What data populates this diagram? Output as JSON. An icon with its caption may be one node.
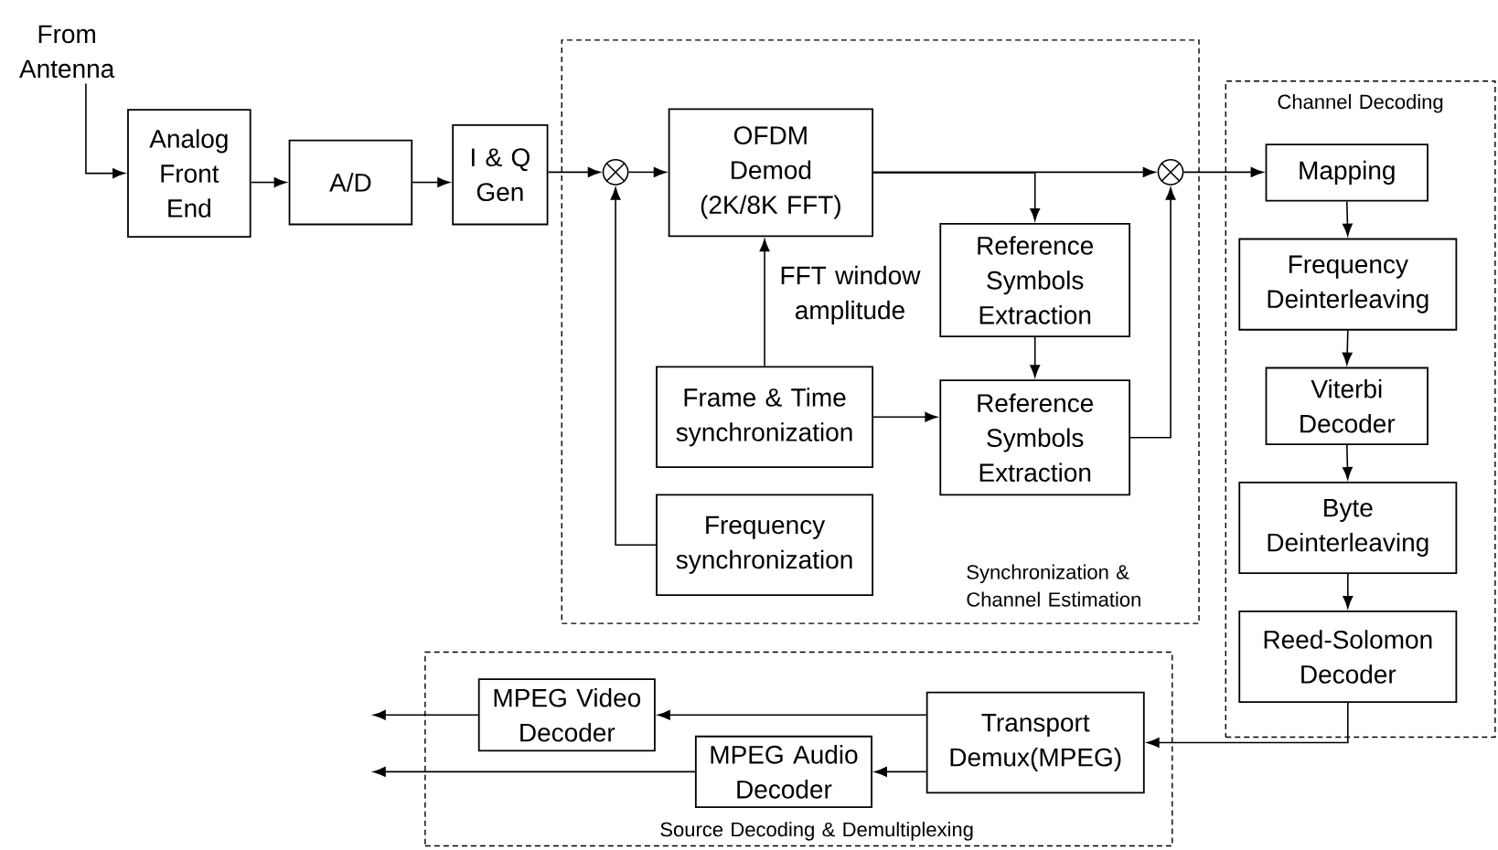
{
  "diagram": {
    "nodes": [
      {
        "text": [
          "From Antenna"
        ]
      },
      {
        "text": [
          "Analog Front End"
        ]
      },
      {
        "text": [
          "A/D"
        ]
      },
      {
        "text": [
          "I & Q Gen"
        ]
      },
      {
        "text": [
          "Synchronization & Channel Estimation"
        ]
      },
      {
        "text": [],
        "shape": "circle",
        "in": 4
      },
      {
        "text": [
          "OFDM Demod (2K/8K FFT)"
        ],
        "in": 4
      },
      {
        "text": [
          "Reference Symbols Extraction"
        ],
        "in": 4
      },
      {
        "text": [
          "Frame & Time synchronization"
        ],
        "in": 4
      },
      {
        "text": [
          "Reference Symbols Extraction"
        ],
        "in": 4
      },
      {
        "text": [
          "Frequency synchronization"
        ],
        "in": 4
      },
      {
        "text": [],
        "shape": "circle",
        "in": 4
      },
      {
        "text": [
          "Channel Decoding"
        ]
      },
      {
        "text": [
          "Mapping"
        ],
        "in": 12
      },
      {
        "text": [
          "Frequency Deinterleaving"
        ],
        "in": 12
      },
      {
        "text": [
          "Viterbi Decoder"
        ],
        "in": 12
      },
      {
        "text": [
          "Byte Deinterleaving"
        ],
        "in": 12
      },
      {
        "text": [
          "Reed-Solomon Decoder"
        ],
        "in": 12
      },
      {
        "text": [
          "Source Decoding & Demultiplexing"
        ]
      },
      {
        "text": [
          "MPEG Video Decoder"
        ],
        "in": 18
      },
      {
        "text": [
          "MPEG Audio Decoder"
        ],
        "in": 18
      },
      {
        "text": [
          "Transport Demux(MPEG)"
        ],
        "in": 18
      }
    ],
    "edges": [
      {
        "from": 0,
        "to": 1,
        "arrow": "to"
      },
      {
        "from": 1,
        "to": 2,
        "arrow": "to"
      },
      {
        "from": 2,
        "to": 3,
        "arrow": "to"
      },
      {
        "from": 3,
        "to": 5,
        "arrow": "to"
      },
      {
        "from": 5,
        "to": 6,
        "arrow": "to"
      },
      {
        "from": 6,
        "to": 11,
        "arrow": "to"
      },
      {
        "from": 6,
        "to": 7,
        "arrow": "to"
      },
      {
        "from": 7,
        "to": 9,
        "arrow": "to"
      },
      {
        "from": 8,
        "to": 9,
        "arrow": "to"
      },
      {
        "from": 9,
        "to": 11,
        "arrow": "to"
      },
      {
        "from": 8,
        "to": 6,
        "arrow": "to",
        "label": "FFT window amplitude"
      },
      {
        "from": 10,
        "to": 5,
        "arrow": "to"
      },
      {
        "from": 11,
        "to": 13,
        "arrow": "to"
      },
      {
        "from": 13,
        "to": 14,
        "arrow": "to"
      },
      {
        "from": 14,
        "to": 15,
        "arrow": "to"
      },
      {
        "from": 15,
        "to": 16,
        "arrow": "to"
      },
      {
        "from": 16,
        "to": 17,
        "arrow": "to"
      },
      {
        "from": 17,
        "to": 21,
        "arrow": "to"
      },
      {
        "from": 21,
        "to": 19,
        "arrow": "to"
      },
      {
        "from": 21,
        "to": 20,
        "arrow": "to"
      },
      {
        "from": 19,
        "to": null,
        "arrow": "to"
      },
      {
        "from": 20,
        "to": null,
        "arrow": "to"
      }
    ]
  }
}
